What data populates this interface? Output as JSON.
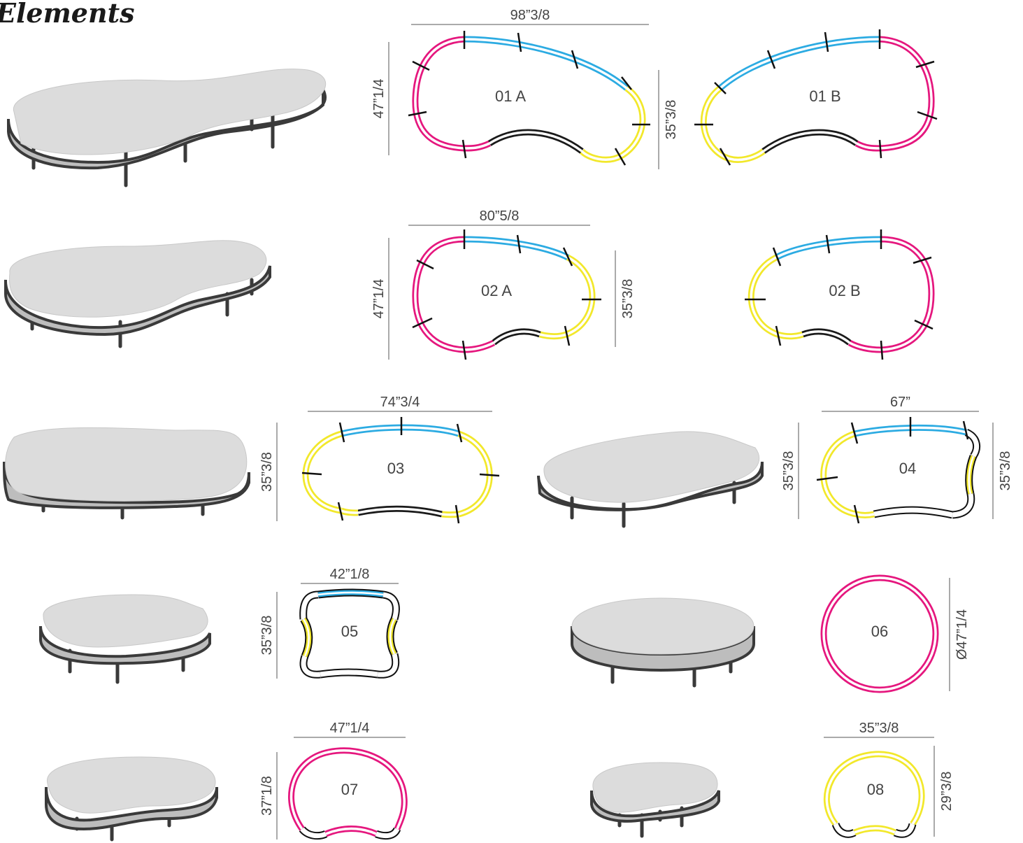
{
  "page": {
    "title": "Elements",
    "colors": {
      "magenta": "#e5177e",
      "blue": "#2cabe2",
      "yellow": "#f2e82b",
      "black": "#1a1a1a",
      "cushion": "#dcdcdc",
      "base": "#3a3a3a"
    }
  },
  "elements": [
    {
      "id": "01A",
      "label": "01 A",
      "width": "98”3/8",
      "depth": "47”1/4",
      "back_depth": "35”3/8"
    },
    {
      "id": "01B",
      "label": "01 B"
    },
    {
      "id": "02A",
      "label": "02 A",
      "width": "80”5/8",
      "depth": "47”1/4",
      "back_depth": "35”3/8"
    },
    {
      "id": "02B",
      "label": "02 B"
    },
    {
      "id": "03",
      "label": "03",
      "width": "74”3/4",
      "depth": "35”3/8"
    },
    {
      "id": "04",
      "label": "04",
      "width": "67”",
      "depth": "35”3/8",
      "back_depth": "35”3/8"
    },
    {
      "id": "05",
      "label": "05",
      "width": "42”1/8",
      "depth": "35”3/8"
    },
    {
      "id": "06",
      "label": "06",
      "diameter": "Ø47”1/4"
    },
    {
      "id": "07",
      "label": "07",
      "width": "47”1/4",
      "depth": "37”1/8"
    },
    {
      "id": "08",
      "label": "08",
      "width": "35”3/8",
      "depth": "29”3/8"
    }
  ]
}
